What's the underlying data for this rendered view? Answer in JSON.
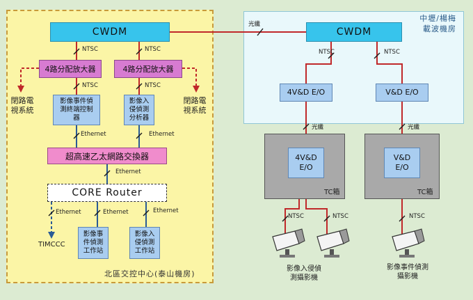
{
  "north_center": {
    "title": "北區交控中心(泰山機房)",
    "cwdm": "CWDM",
    "amp_left": "4路分配放大器",
    "amp_right": "4路分配放大器",
    "cctv_left": "閉路電視系統",
    "cctv_right": "閉路電視系統",
    "event_controller": "影像事件偵測終端控制器",
    "intrusion_analyzer": "影像入侵偵測分析器",
    "switch": "超高速乙太網路交換器",
    "router": "CORE Router",
    "timccc": "TIMCCC",
    "event_workstation": "影像事件偵測工作站",
    "intrusion_workstation": "影像入侵偵測工作站"
  },
  "south_center": {
    "title_line1": "中壢/楊梅",
    "title_line2": "載波機房",
    "cwdm": "CWDM",
    "eo_left": "4V&D E/O",
    "eo_right": "V&D E/O"
  },
  "tc_boxes": {
    "left_eo_line1": "4V&D",
    "left_eo_line2": "E/O",
    "left_label": "TC箱",
    "right_eo_line1": "V&D",
    "right_eo_line2": "E/O",
    "right_label": "TC箱"
  },
  "cameras": {
    "intrusion_caption": "影像入侵偵測攝影機",
    "event_caption": "影像事件偵測攝影機"
  },
  "labels": {
    "ntsc": "NTSC",
    "fiber": "光纖",
    "ethernet": "Ethernet"
  },
  "colors": {
    "fiber_line": "#c0282a",
    "ethernet_line": "#2a5b96",
    "north_panel_bg": "#fbf5a6",
    "south_panel_bg": "#e9f8fb",
    "cwdm": "#37c4ec",
    "amplifier": "#d77bd1",
    "switch": "#f08ccc",
    "device": "#a9cdf0",
    "tc_box": "#a9a9a9",
    "background": "#dcebd2"
  }
}
